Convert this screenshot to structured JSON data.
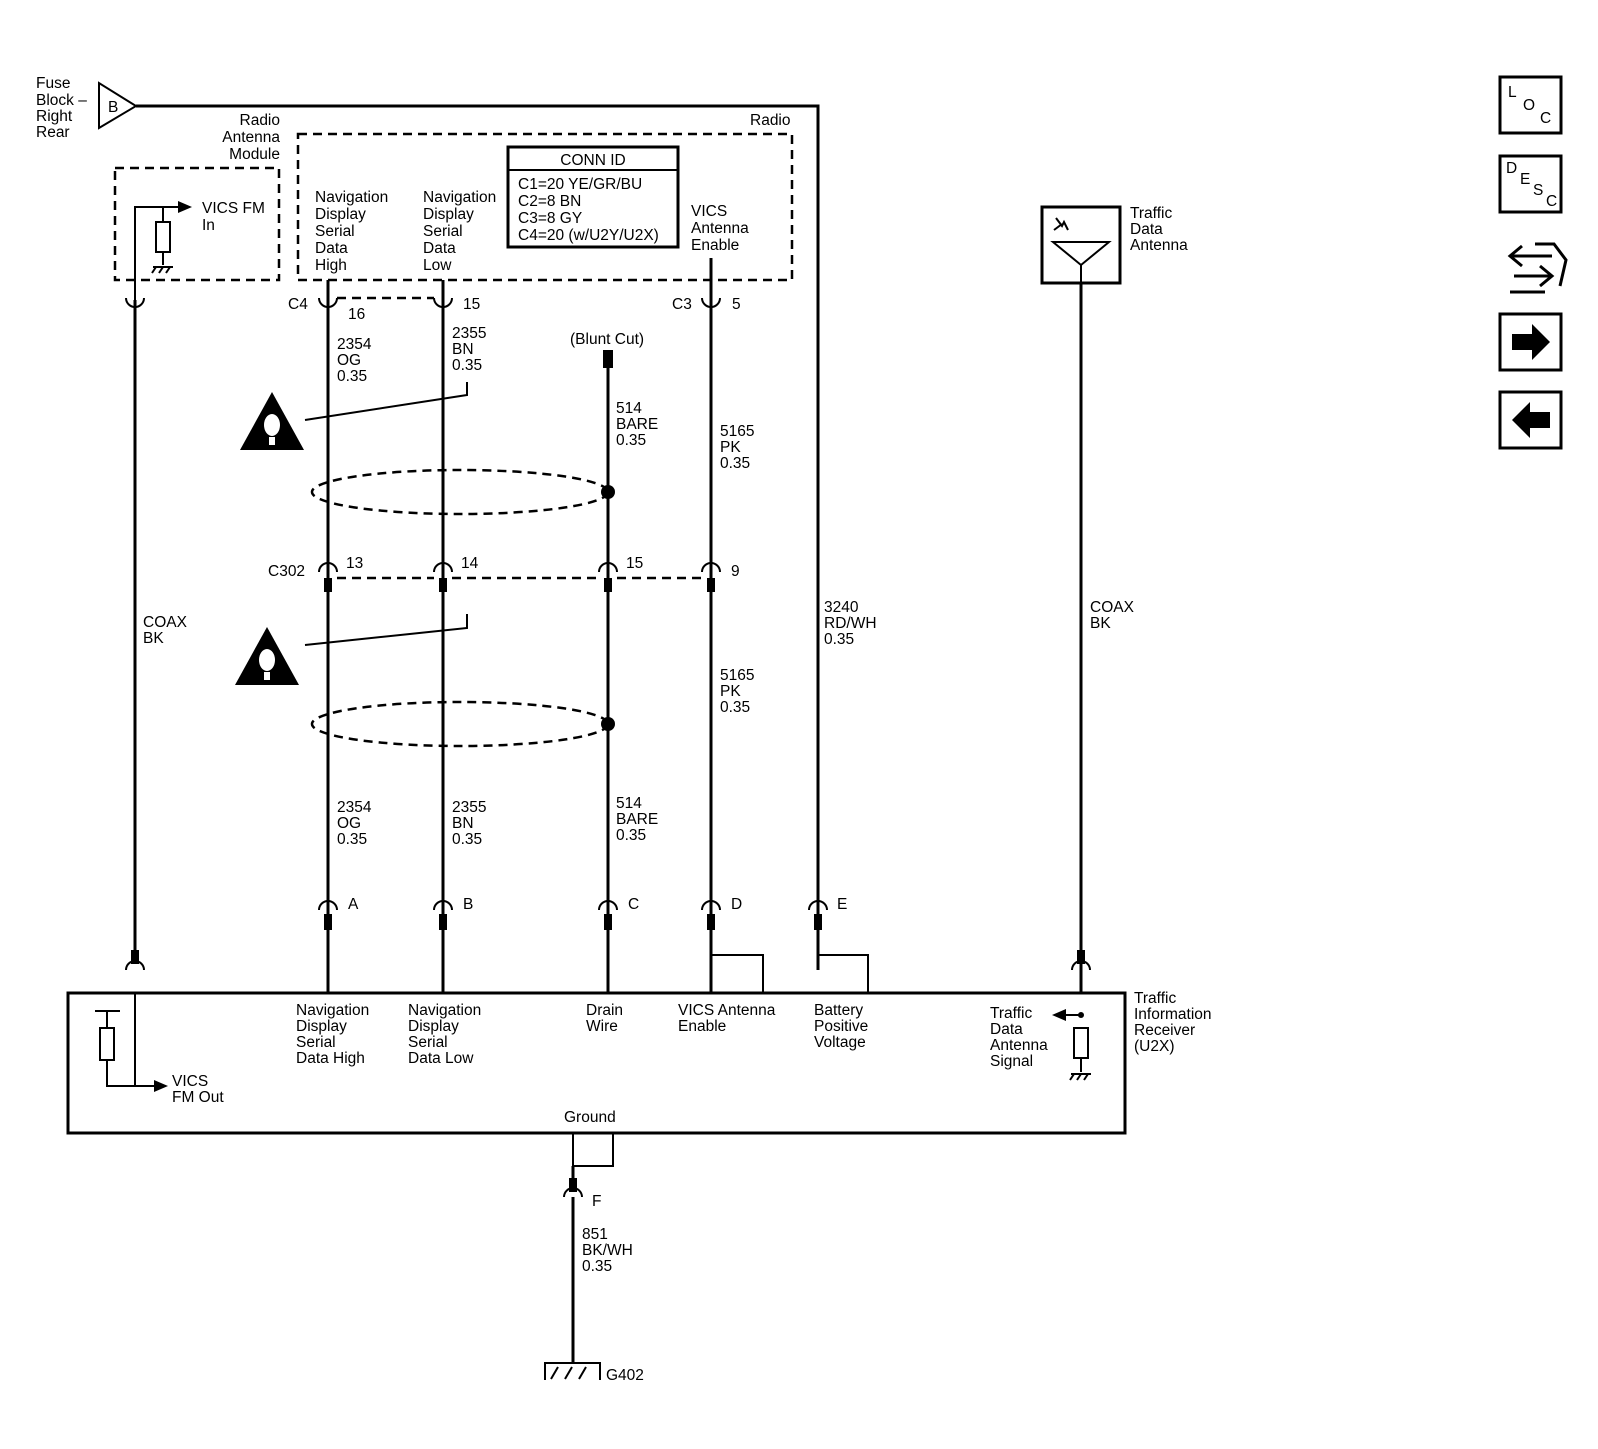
{
  "power_source": {
    "label_line1": "Fuse",
    "label_line2": "Block –",
    "label_line3": "Right",
    "label_line4": "Rear",
    "terminal": "B"
  },
  "radio": {
    "label": "Radio"
  },
  "radio_antenna_module": {
    "line1": "Radio",
    "line2": "Antenna",
    "line3": "Module"
  },
  "vics_fm_in": {
    "line1": "VICS FM",
    "line2": "In"
  },
  "radio_pins": {
    "nav_high": {
      "line1": "Navigation",
      "line2": "Display",
      "line3": "Serial",
      "line4": "Data",
      "line5": "High"
    },
    "nav_low": {
      "line1": "Navigation",
      "line2": "Display",
      "line3": "Serial",
      "line4": "Data",
      "line5": "Low"
    },
    "vics_enable": {
      "line1": "VICS",
      "line2": "Antenna",
      "line3": "Enable"
    }
  },
  "conn_id": {
    "title": "CONN ID",
    "rows": [
      "C1=20 YE/GR/BU",
      "C2=8 BN",
      "C3=8 GY",
      "C4=20 (w/U2Y/U2X)"
    ]
  },
  "connectors": {
    "c4": {
      "name": "C4",
      "pin_high": "16",
      "pin_low": "15"
    },
    "c3": {
      "name": "C3",
      "pin": "5"
    },
    "c302": {
      "name": "C302",
      "pins": [
        "13",
        "14",
        "15",
        "9"
      ]
    }
  },
  "blunt_cut": "(Blunt Cut)",
  "wires": {
    "w2354": {
      "circuit": "2354",
      "color": "OG",
      "gauge": "0.35"
    },
    "w2355": {
      "circuit": "2355",
      "color": "BN",
      "gauge": "0.35"
    },
    "w514": {
      "circuit": "514",
      "color": "BARE",
      "gauge": "0.35"
    },
    "w5165": {
      "circuit": "5165",
      "color": "PK",
      "gauge": "0.35"
    },
    "w3240": {
      "circuit": "3240",
      "color": "RD/WH",
      "gauge": "0.35"
    },
    "w851": {
      "circuit": "851",
      "color": "BK/WH",
      "gauge": "0.35"
    },
    "coax_left": {
      "type": "COAX",
      "color": "BK"
    },
    "coax_right": {
      "type": "COAX",
      "color": "BK"
    }
  },
  "receiver_pins": [
    "A",
    "B",
    "C",
    "D",
    "E",
    "F"
  ],
  "traffic_antenna": {
    "line1": "Traffic",
    "line2": "Data",
    "line3": "Antenna"
  },
  "receiver": {
    "title_line1": "Traffic",
    "title_line2": "Information",
    "title_line3": "Receiver",
    "title_line4": "(U2X)",
    "nav_high": {
      "line1": "Navigation",
      "line2": "Display",
      "line3": "Serial",
      "line4": "Data High"
    },
    "nav_low": {
      "line1": "Navigation",
      "line2": "Display",
      "line3": "Serial",
      "line4": "Data Low"
    },
    "drain": {
      "line1": "Drain",
      "line2": "Wire"
    },
    "vics_enable": {
      "line1": "VICS Antenna",
      "line2": "Enable"
    },
    "battery": {
      "line1": "Battery",
      "line2": "Positive",
      "line3": "Voltage"
    },
    "traffic_signal": {
      "line1": "Traffic",
      "line2": "Data",
      "line3": "Antenna",
      "line4": "Signal"
    },
    "vics_fm_out": {
      "line1": "VICS",
      "line2": "FM Out"
    },
    "ground": "Ground"
  },
  "ground_point": "G402",
  "nav_icons": {
    "loc": {
      "l1": "L",
      "l2": "O",
      "l3": "C"
    },
    "desc": {
      "l1": "D",
      "l2": "E",
      "l3": "S",
      "l4": "C"
    },
    "items": [
      "loc-icon",
      "desc-icon",
      "connector-tool-icon",
      "next-arrow-icon",
      "previous-arrow-icon"
    ]
  }
}
